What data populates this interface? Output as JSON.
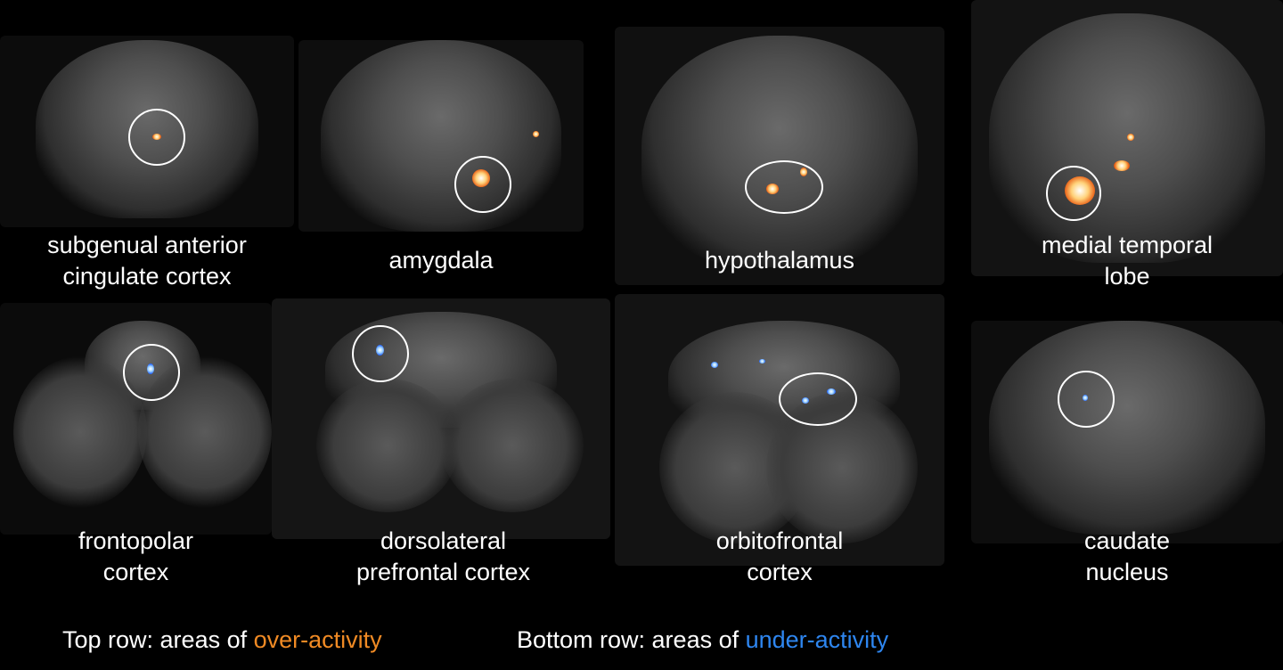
{
  "top_row": [
    {
      "line1": "subgenual anterior",
      "line2": "cingulate cortex"
    },
    {
      "line1": "amygdala"
    },
    {
      "line1": "hypothalamus"
    },
    {
      "line1": "medial temporal",
      "line2": "lobe"
    }
  ],
  "bottom_row": [
    {
      "line1": "frontopolar",
      "line2": "cortex"
    },
    {
      "line1": "dorsolateral",
      "line2": "prefrontal cortex"
    },
    {
      "line1": "orbitofrontal",
      "line2": "cortex"
    },
    {
      "line1": "caudate",
      "line2": "nucleus"
    }
  ],
  "caption": {
    "top_prefix": "Top row: areas of ",
    "top_highlight": "over-activity",
    "bottom_prefix": "Bottom row: areas of ",
    "bottom_highlight": "under-activity"
  },
  "colors": {
    "over": "#f08a24",
    "under": "#2e86f0",
    "background": "#000000"
  }
}
